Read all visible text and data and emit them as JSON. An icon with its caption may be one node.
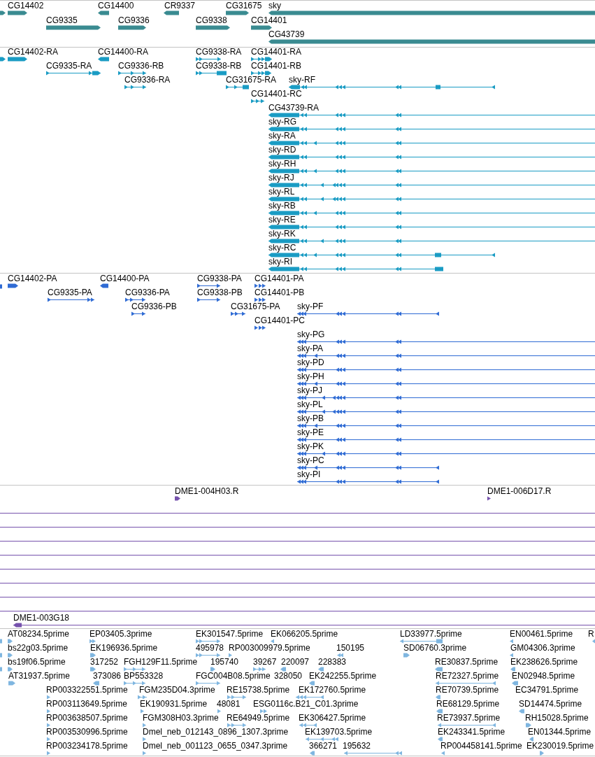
{
  "diagram": {
    "labels": [
      "CG14402",
      "CG14400",
      "CR9337",
      "CG31675",
      "sky",
      "CG9335",
      "CG9336",
      "CG9338",
      "CG14401",
      "CG43739",
      "CG14402-RA",
      "CG14400-RA",
      "CG9338-RA",
      "CG14401-RA",
      "CG9335-RA",
      "CG9336-RB",
      "CG9338-RB",
      "CG14401-RB",
      "CG9336-RA",
      "CG31675-RA",
      "sky-RF",
      "CG14401-RC",
      "CG43739-RA",
      "sky-RG",
      "sky-RA",
      "sky-RD",
      "sky-RH",
      "sky-RJ",
      "sky-RL",
      "sky-RB",
      "sky-RE",
      "sky-RK",
      "sky-RC",
      "sky-RI",
      "CG14402-PA",
      "CG14400-PA",
      "CG9338-PA",
      "CG14401-PA",
      "CG9335-PA",
      "CG9336-PA",
      "CG9338-PB",
      "CG14401-PB",
      "CG9336-PB",
      "CG31675-PA",
      "sky-PF",
      "CG14401-PC",
      "sky-PG",
      "sky-PA",
      "sky-PD",
      "sky-PH",
      "sky-PJ",
      "sky-PL",
      "sky-PB",
      "sky-PE",
      "sky-PK",
      "sky-PC",
      "sky-PI",
      "DME1-004H03.R",
      "DME1-006D17.R",
      "DME1-003G18",
      "AT08234.5prime",
      "EP03405.3prime",
      "EK301547.5prime",
      "EK066205.5prime",
      "LD33977.5prime",
      "EN00461.5prime",
      "R",
      "bs22g03.5prime",
      "EK196936.5prime",
      "495978",
      "RP003009979.5prime",
      "150195",
      "SD06760.3prime",
      "GM04306.3prime",
      "bs19f06.5prime",
      "317252",
      "FGH129F11.5prime",
      "195740",
      "39267",
      "220097",
      "228383",
      "RE30837.5prime",
      "EK238626.5prime",
      "AT31937.5prime",
      "373086",
      "BP553328",
      "FGC004B08.5prime",
      "328050",
      "EK242255.5prime",
      "RE72327.5prime",
      "EN02948.5prime",
      "RP003322551.5prime",
      "FGM235D04.3prime",
      "RE15738.5prime",
      "EK172760.5prime",
      "RE70739.5prime",
      "EC34791.5prime",
      "RP003113649.5prime",
      "EK190931.5prime",
      "48081",
      "ESG0116c.B21_C01.3prime",
      "RE68129.5prime",
      "SD14474.5prime",
      "RP003638507.5prime",
      "FGM308H03.3prime",
      "RE64949.5prime",
      "EK306427.5prime",
      "RE73937.5prime",
      "RH15028.5prime",
      "RP003530996.5prime",
      "Dmel_neb_012143_0896_1307.3prime",
      "EK139703.5prime",
      "EK243341.5prime",
      "EN01344.5prime",
      "RP003234178.5prime",
      "Dmel_neb_001123_0655_0347.3prime",
      "366271",
      "195632",
      "RP004458141.5prime",
      "EK230019.5prime"
    ]
  }
}
